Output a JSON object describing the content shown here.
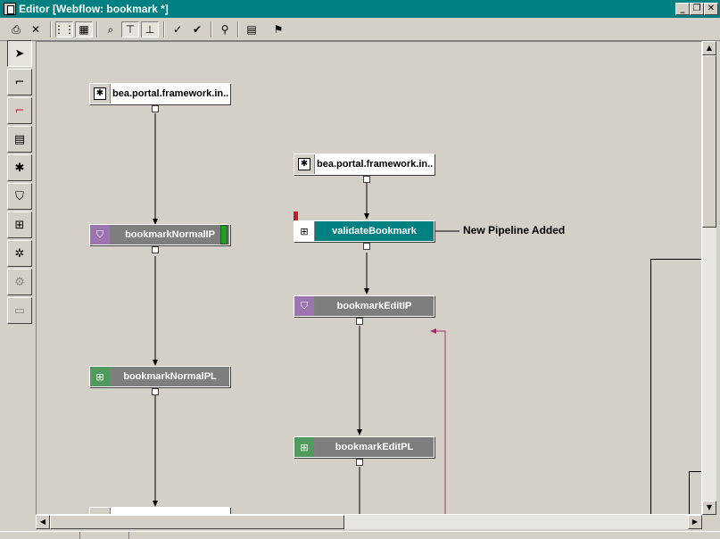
{
  "window": {
    "title": "Editor [Webflow: bookmark *]",
    "controls": {
      "minimize": "_",
      "restore": "❐",
      "close": "✕"
    }
  },
  "toolbar": {
    "items": [
      {
        "name": "print-icon",
        "glyph": "⎙"
      },
      {
        "name": "delete-icon",
        "glyph": "✕"
      },
      {
        "name": "grid-icon",
        "glyph": "⋮⋮"
      },
      {
        "name": "snap-grid-icon",
        "glyph": "▦"
      },
      {
        "name": "zoom-icon",
        "glyph": "⌕"
      },
      {
        "name": "align-icon",
        "glyph": "⊤"
      },
      {
        "name": "distribute-icon",
        "glyph": "⊥"
      },
      {
        "name": "validate-icon",
        "glyph": "✓"
      },
      {
        "name": "validate-all-icon",
        "glyph": "✔"
      },
      {
        "name": "find-icon",
        "glyph": "⚲"
      },
      {
        "name": "properties-icon",
        "glyph": "▤"
      },
      {
        "name": "run-icon",
        "glyph": "⚑"
      }
    ]
  },
  "palette": {
    "items": [
      {
        "name": "select-tool-icon",
        "glyph": "➤",
        "pressed": true,
        "disabled": false
      },
      {
        "name": "event-connection-icon",
        "glyph": "⌐",
        "pressed": false,
        "disabled": false
      },
      {
        "name": "exception-connection-icon",
        "glyph": "⌐",
        "pressed": false,
        "disabled": false
      },
      {
        "name": "presentation-node-icon",
        "glyph": "▤",
        "pressed": false,
        "disabled": false
      },
      {
        "name": "begin-node-icon",
        "glyph": "✱",
        "pressed": false,
        "disabled": false
      },
      {
        "name": "input-processor-icon",
        "glyph": "⛉",
        "pressed": false,
        "disabled": false
      },
      {
        "name": "pipeline-node-icon",
        "glyph": "⊞",
        "pressed": false,
        "disabled": false
      },
      {
        "name": "wildcard-node-icon",
        "glyph": "✲",
        "pressed": false,
        "disabled": false
      },
      {
        "name": "extension-node-icon",
        "glyph": "⚙",
        "pressed": false,
        "disabled": true
      },
      {
        "name": "proxy-node-icon",
        "glyph": "▭",
        "pressed": false,
        "disabled": true
      }
    ]
  },
  "nodes": {
    "begin_left": {
      "label": "bea.portal.framework.in...",
      "type": "begin",
      "icon": "begin-node-icon"
    },
    "bookmark_normal_ip": {
      "label": "bookmarkNormalIP",
      "type": "input-processor",
      "icon": "input-processor-icon"
    },
    "bookmark_normal_pl": {
      "label": "bookmarkNormalPL",
      "type": "pipeline",
      "icon": "pipeline-node-icon"
    },
    "begin_right": {
      "label": "bea.portal.framework.in...",
      "type": "begin",
      "icon": "begin-node-icon"
    },
    "validate_bookmark": {
      "label": "validateBookmark",
      "type": "pipeline",
      "icon": "pipeline-node-icon"
    },
    "bookmark_edit_ip": {
      "label": "bookmarkEditIP",
      "type": "input-processor",
      "icon": "input-processor-icon"
    },
    "bookmark_edit_pl": {
      "label": "bookmarkEditPL",
      "type": "pipeline",
      "icon": "pipeline-node-icon"
    }
  },
  "annotation": {
    "text": "New Pipeline Added"
  },
  "colors": {
    "titlebar": "#008080",
    "selection": "#008080",
    "success_tab": "#1fa11f",
    "exception_wire": "#a0306a"
  }
}
